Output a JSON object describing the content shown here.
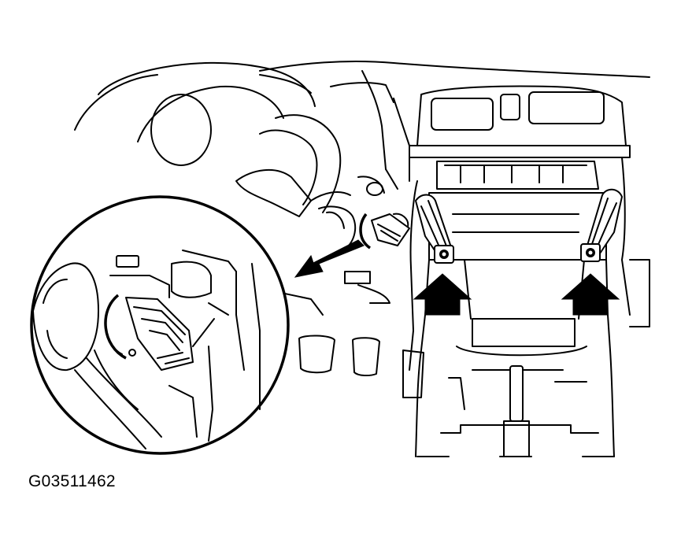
{
  "figure_id": "G03511462",
  "colors": {
    "line": "#000000",
    "background": "#ffffff"
  },
  "callouts": {
    "detail_arrow": "arrow-to-detail",
    "fastener_arrows": [
      "arrow-up-left-fastener",
      "arrow-up-right-fastener"
    ]
  }
}
